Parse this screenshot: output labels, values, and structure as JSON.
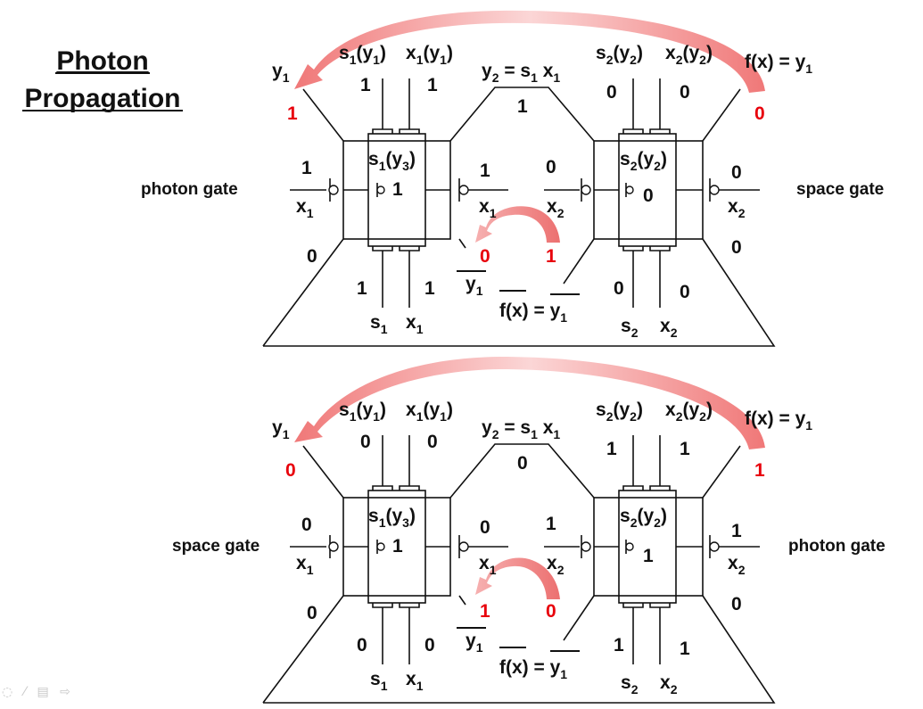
{
  "title": [
    "Photon",
    "Propagation"
  ],
  "labels": {
    "y1": "y",
    "y1_sub": "1",
    "s1y1": "s",
    "s1y1_sub": "1",
    "s1y1_arg": "(y",
    "s1y1_arg_sub": "1",
    "s1y1_close": ")",
    "x1y1": "x",
    "x1y1_sub": "1",
    "x1y1_arg": "(y",
    "x1y1_arg_sub": "1",
    "x1y1_close": ")",
    "y2eq": "y",
    "y2eq_sub": "2",
    "y2eq_rest": " = s",
    "y2eq_s_sub": "1",
    "y2eq_x": " x",
    "y2eq_x_sub": "1",
    "s2y2": "s",
    "s2y2_sub": "2",
    "s2y2_arg": "(y",
    "s2y2_arg_sub": "2",
    "s2y2_close": ")",
    "x2y2": "x",
    "x2y2_sub": "2",
    "x2y2_arg": "(y",
    "x2y2_arg_sub": "2",
    "x2y2_close": ")",
    "fx": "f(x) = y",
    "fx_sub": "1",
    "s1y3": "s",
    "s1y3_sub": "1",
    "s1y3_arg": "(y",
    "s1y3_arg_sub": "3",
    "s1y3_close": ")",
    "s2y2_inner": "s",
    "s2y2_inner_sub": "2",
    "s2y2_inner_arg": "(y",
    "s2y2_inner_arg_sub": "2",
    "s2y2_inner_close": ")",
    "x1": "x",
    "x1_sub": "1",
    "x2": "x",
    "x2_sub": "2",
    "ybar": "y",
    "ybar_sub": "1",
    "fxbar": "f(x) = y",
    "fxbar_sub": "1",
    "s1": "s",
    "s1_sub": "1",
    "s2": "s",
    "s2_sub": "2"
  },
  "panels": [
    {
      "left_gate": "photon gate",
      "right_gate": "space gate",
      "values": {
        "y1": "1",
        "s1y1": "1",
        "x1y1": "1",
        "y2": "1",
        "s2y2": "0",
        "x2y2": "0",
        "fx": "0",
        "left_in": "1",
        "center_left": "1",
        "mid_in": "1",
        "mid_in2": "0",
        "center_right": "0",
        "right_in": "0",
        "left_bottom": "0",
        "ybar": "0",
        "fxbar": "1",
        "right_bottom": "0",
        "s1": "1",
        "x1": "1",
        "s2": "0",
        "x2": "0"
      }
    },
    {
      "left_gate": "space gate",
      "right_gate": "photon gate",
      "values": {
        "y1": "0",
        "s1y1": "0",
        "x1y1": "0",
        "y2": "0",
        "s2y2": "1",
        "x2y2": "1",
        "fx": "1",
        "left_in": "0",
        "center_left": "1",
        "mid_in": "0",
        "mid_in2": "1",
        "center_right": "1",
        "right_in": "1",
        "left_bottom": "0",
        "ybar": "1",
        "fxbar": "0",
        "right_bottom": "0",
        "s1": "0",
        "x1": "0",
        "s2": "1",
        "x2": "1"
      }
    }
  ],
  "colors": {
    "highlight": "#e8000b",
    "arrow": "#f08c8c",
    "wire": "#111111"
  },
  "taskbar": "◌ ⁄ ▤ ⇨"
}
